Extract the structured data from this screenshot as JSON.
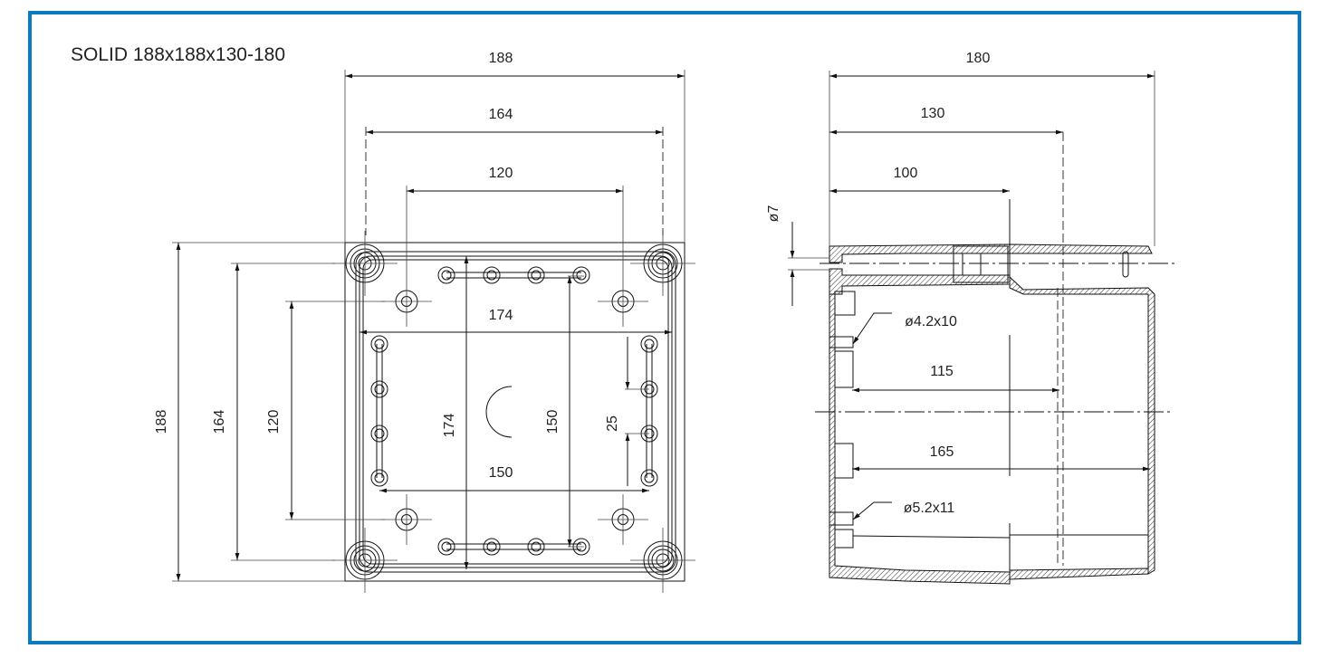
{
  "title": "SOLID 188x188x130-180",
  "colors": {
    "frame": "#0a7bc0",
    "lines": "#111111"
  },
  "front_view": {
    "dims": {
      "overall_width": "188",
      "boss_spacing_width": "164",
      "screw_spacing_width": "120",
      "inner_width": "174",
      "knockout_spacing_width": "150",
      "overall_height": "188",
      "boss_spacing_height": "164",
      "screw_spacing_height": "120",
      "inner_height": "174",
      "knockout_spacing_height": "150",
      "knockout_pitch": "25"
    }
  },
  "side_view": {
    "dims": {
      "total_depth": "180",
      "body_depth": "130",
      "lid_depth": "100",
      "lid_screw_diameter": "ø7",
      "inner_depth_1": "115",
      "inner_depth_2": "165",
      "hole_1": "ø4.2x10",
      "hole_2": "ø5.2x11"
    }
  }
}
